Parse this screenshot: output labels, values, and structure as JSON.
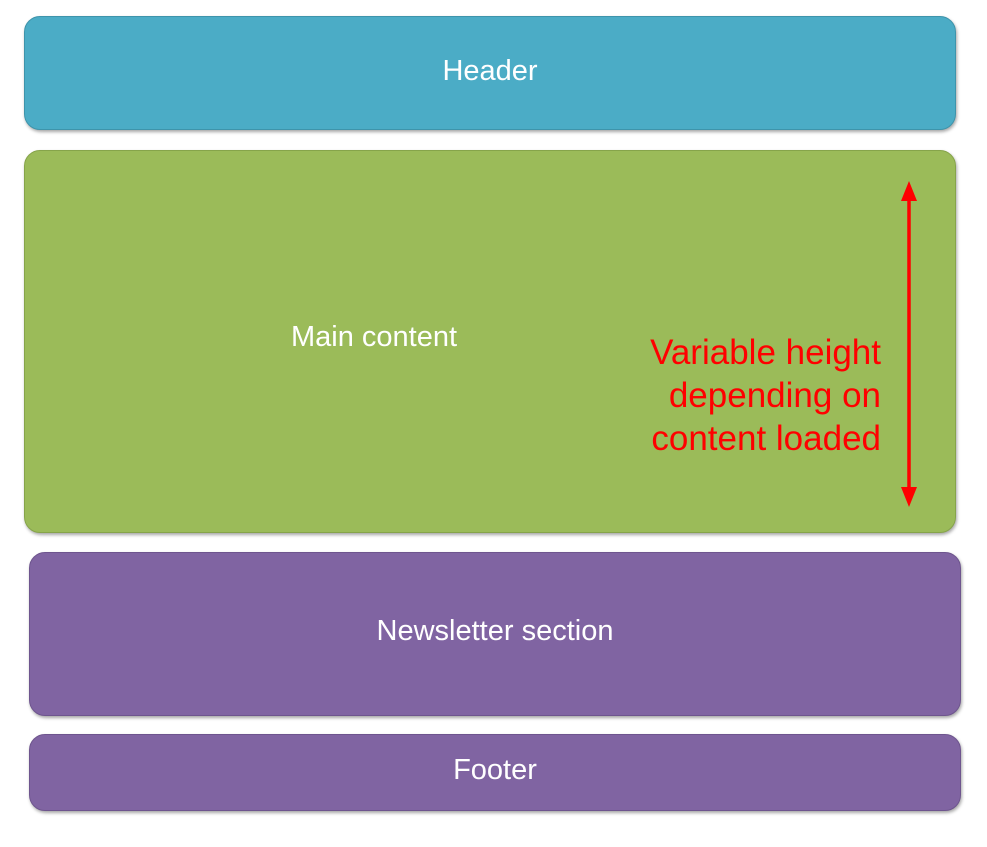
{
  "blocks": {
    "header": {
      "label": "Header"
    },
    "main": {
      "label": "Main content"
    },
    "newsletter": {
      "label": "Newsletter section"
    },
    "footer": {
      "label": "Footer"
    }
  },
  "annotation": {
    "lines": [
      "Variable height",
      "depending on",
      "content loaded"
    ]
  },
  "colors": {
    "header": "#4bacc6",
    "main": "#9bbb59",
    "newsletter": "#8064a2",
    "footer": "#8064a2",
    "annotation": "#ff0000"
  },
  "icons": {
    "arrow": "double-headed-vertical-arrow-icon"
  }
}
